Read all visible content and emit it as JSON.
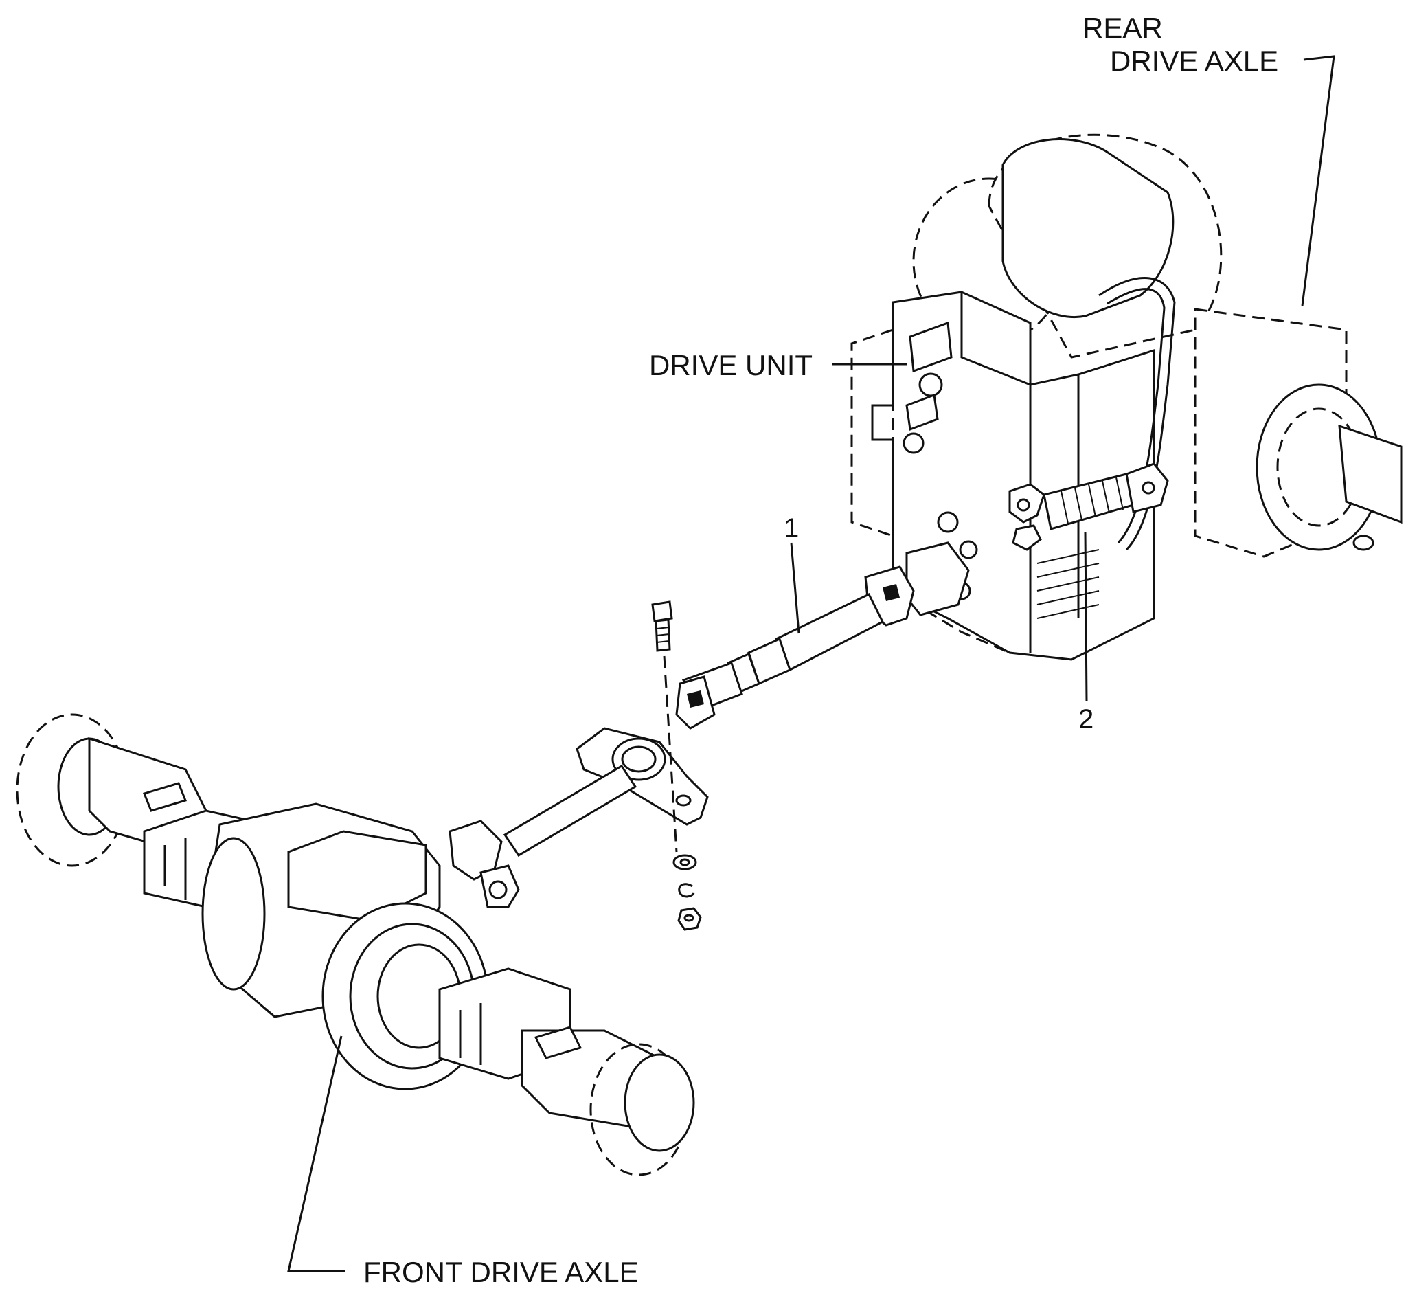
{
  "labels": {
    "rear_drive_axle_line1": "REAR",
    "rear_drive_axle_line2": "DRIVE AXLE",
    "drive_unit": "DRIVE UNIT",
    "front_drive_axle": "FRONT DRIVE AXLE",
    "callout_1": "1",
    "callout_2": "2"
  }
}
